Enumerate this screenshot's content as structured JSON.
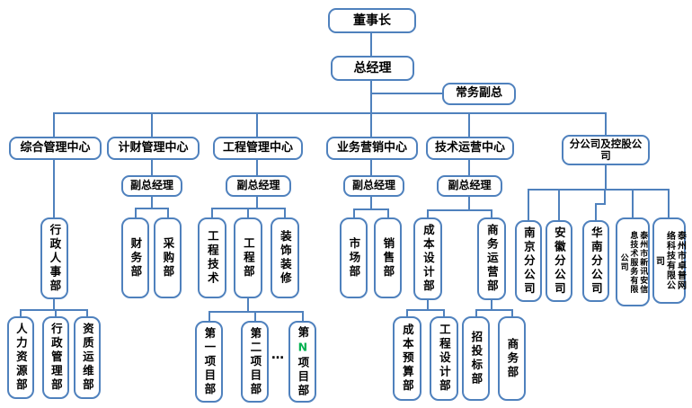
{
  "org_chart": {
    "colors": {
      "line": "#4f81bd",
      "box_border": "#4f81bd",
      "text": "#000000",
      "project_n_highlight": "#00b050"
    },
    "nodes": {
      "chairman": {
        "label": "董事长"
      },
      "general_manager": {
        "label": "总经理"
      },
      "executive_deputy_gm": {
        "label": "常务副总"
      },
      "center_general_admin": {
        "label": "综合管理中心"
      },
      "center_finance_planning": {
        "label": "计财管理中心"
      },
      "center_engineering": {
        "label": "工程管理中心"
      },
      "center_marketing": {
        "label": "业务营销中心"
      },
      "center_tech_operations": {
        "label": "技术运营中心"
      },
      "branches_holdings": {
        "label": "分公司及控股公司"
      },
      "deputy_gm_finance": {
        "label": "副总经理"
      },
      "deputy_gm_engineering": {
        "label": "副总经理"
      },
      "deputy_gm_marketing": {
        "label": "副总经理"
      },
      "deputy_gm_tech": {
        "label": "副总经理"
      },
      "admin_hr_dept": {
        "label": "行政人事部"
      },
      "hr_dept": {
        "label": "人力资源部"
      },
      "admin_mgmt_dept": {
        "label": "行政管理部"
      },
      "qualification_ops_dept": {
        "label": "资质运维部"
      },
      "finance_dept": {
        "label": "财务部"
      },
      "procurement_dept": {
        "label": "采购部"
      },
      "engineering_tech_dept": {
        "label": "工程技术"
      },
      "engineering_dept": {
        "label": "工程部"
      },
      "decoration_dept": {
        "label": "装饰装修"
      },
      "project_dept_1": {
        "label": "第一项目部"
      },
      "project_dept_2": {
        "label": "第二项目部"
      },
      "project_ellipsis": {
        "label": "…"
      },
      "project_dept_n": {
        "label": "第N项目部",
        "highlight": {
          "char": "N",
          "color": "#00b050"
        }
      },
      "market_dept": {
        "label": "市场部"
      },
      "sales_dept": {
        "label": "销售部"
      },
      "cost_design_dept": {
        "label": "成本设计部"
      },
      "business_ops_dept": {
        "label": "商务运营部"
      },
      "cost_budget_dept": {
        "label": "成本预算部"
      },
      "engineering_design_dept": {
        "label": "工程设计部"
      },
      "bidding_dept": {
        "label": "招投标部"
      },
      "commerce_dept": {
        "label": "商务部"
      },
      "nanjing_branch": {
        "label": "南京分公司"
      },
      "anhui_branch": {
        "label": "安徽分公司"
      },
      "south_china_branch": {
        "label": "华南分公司"
      },
      "xinxunan_company": {
        "label": "泰州市新讯安信息技术服务有限公司"
      },
      "zhuopu_company": {
        "label": "泰州市卓普网络科技有限公司"
      }
    },
    "hierarchy": {
      "chairman": [
        "general_manager"
      ],
      "general_manager": [
        "executive_deputy_gm",
        "center_general_admin",
        "center_finance_planning",
        "center_engineering",
        "center_marketing",
        "center_tech_operations",
        "branches_holdings"
      ],
      "center_general_admin": [
        "admin_hr_dept"
      ],
      "admin_hr_dept": [
        "hr_dept",
        "admin_mgmt_dept",
        "qualification_ops_dept"
      ],
      "center_finance_planning": [
        "deputy_gm_finance"
      ],
      "deputy_gm_finance": [
        "finance_dept",
        "procurement_dept"
      ],
      "center_engineering": [
        "deputy_gm_engineering"
      ],
      "deputy_gm_engineering": [
        "engineering_tech_dept",
        "engineering_dept",
        "decoration_dept"
      ],
      "engineering_dept": [
        "project_dept_1",
        "project_dept_2",
        "project_dept_n"
      ],
      "center_marketing": [
        "deputy_gm_marketing"
      ],
      "deputy_gm_marketing": [
        "market_dept",
        "sales_dept"
      ],
      "center_tech_operations": [
        "deputy_gm_tech"
      ],
      "deputy_gm_tech": [
        "cost_design_dept",
        "business_ops_dept"
      ],
      "cost_design_dept": [
        "cost_budget_dept",
        "engineering_design_dept"
      ],
      "business_ops_dept": [
        "bidding_dept",
        "commerce_dept"
      ],
      "branches_holdings": [
        "nanjing_branch",
        "anhui_branch",
        "south_china_branch",
        "xinxunan_company",
        "zhuopu_company"
      ]
    }
  }
}
